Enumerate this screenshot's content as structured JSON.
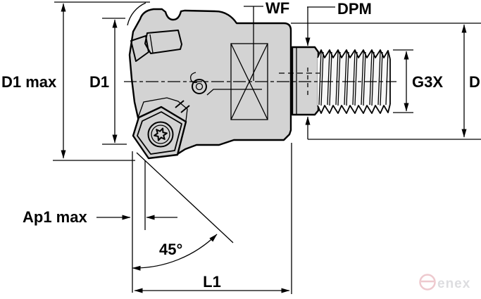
{
  "title": "45-degree face milling cutter dimension drawing",
  "labels": {
    "d1_max": "D1 max",
    "d1": "D1",
    "wf": "WF",
    "dpm": "DPM",
    "g3x": "G3X",
    "d": "D",
    "ap1_max": "Ap1 max",
    "corner_angle": "45°",
    "l1": "L1"
  },
  "watermark": {
    "brand": "enex"
  },
  "colors": {
    "body_fill": "#d3d3d3",
    "insert_fill": "#ffffff",
    "thread_fill": "#f7f7f7",
    "outline": "#000000",
    "watermark_pink": "#eec9ce",
    "watermark_gray": "#dddde0"
  }
}
